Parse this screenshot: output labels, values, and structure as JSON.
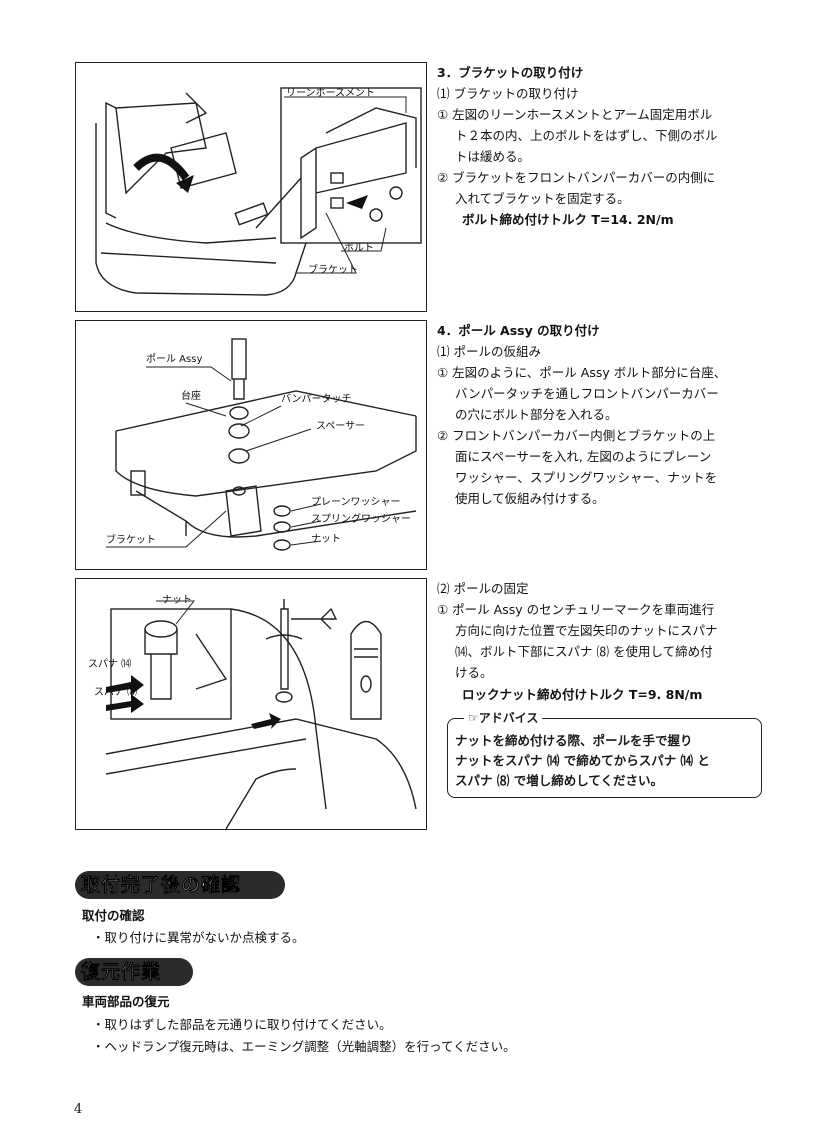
{
  "section3": {
    "heading": "3．ブラケットの取り付け",
    "sub1": "⑴ ブラケットの取り付け",
    "lines": [
      "① 左図のリーンホースメントとアーム固定用ボル",
      "ト２本の内、上のボルトをはずし、下側のボル",
      "トは緩める。",
      "② ブラケットをフロントバンパーカバーの内側に",
      "入れてブラケットを固定する。"
    ],
    "torque": "ボルト締め付けトルク T=14. 2N/m",
    "figure_labels": {
      "reinforcement": "リーンホースメント",
      "bolt": "ボルト",
      "bracket": "ブラケット"
    }
  },
  "section4": {
    "heading": "4．ポール Assy の取り付け",
    "sub1": "⑴ ポールの仮組み",
    "lines": [
      "① 左図のように、ポール Assy ボルト部分に台座、",
      "バンパータッチを通しフロントバンパーカバー",
      "の穴にボルト部分を入れる。",
      "② フロントバンパーカバー内側とブラケットの上",
      "面にスペーサーを入れ, 左図のようにプレーン",
      "ワッシャー、スプリングワッシャー、ナットを",
      "使用して仮組み付けする。"
    ],
    "figure_labels": {
      "pole_assy": "ポール Assy",
      "base": "台座",
      "bumper_touch": "バンパータッチ",
      "spacer": "スペーサー",
      "plain_washer": "プレーンワッシャー",
      "spring_washer": "スプリングワッシャー",
      "nut": "ナット",
      "bracket": "ブラケット"
    }
  },
  "section4b": {
    "sub2": "⑵ ポールの固定",
    "lines": [
      "① ポール Assy のセンチュリーマークを車両進行",
      "方向に向けた位置で左図矢印のナットにスパナ",
      "⒁、ボルト下部にスパナ ⑻ を使用して締め付",
      "ける。"
    ],
    "torque": "ロックナット締め付けトルク T=9. 8N/m",
    "advice_title": "アドバイス",
    "advice_lines": [
      "ナットを締め付ける際、ポールを手で握り",
      "ナットをスパナ ⒁ で締めてからスパナ ⒁ と",
      "スパナ ⑻ で増し締めしてください。"
    ],
    "figure_labels": {
      "nut": "ナット",
      "spanner14": "スパナ ⒁",
      "spanner8": "スパナ ⑻"
    }
  },
  "after_install": {
    "banner": "取付完了後の確認",
    "title": "取付の確認",
    "item": "・取り付けに異常がないか点検する。"
  },
  "restore": {
    "banner": "復元作業",
    "title": "車両部品の復元",
    "items": [
      "・取りはずした部品を元通りに取り付けてください。",
      "・ヘッドランプ復元時は、エーミング調整（光軸調整）を行ってください。"
    ]
  },
  "page_number": "4"
}
